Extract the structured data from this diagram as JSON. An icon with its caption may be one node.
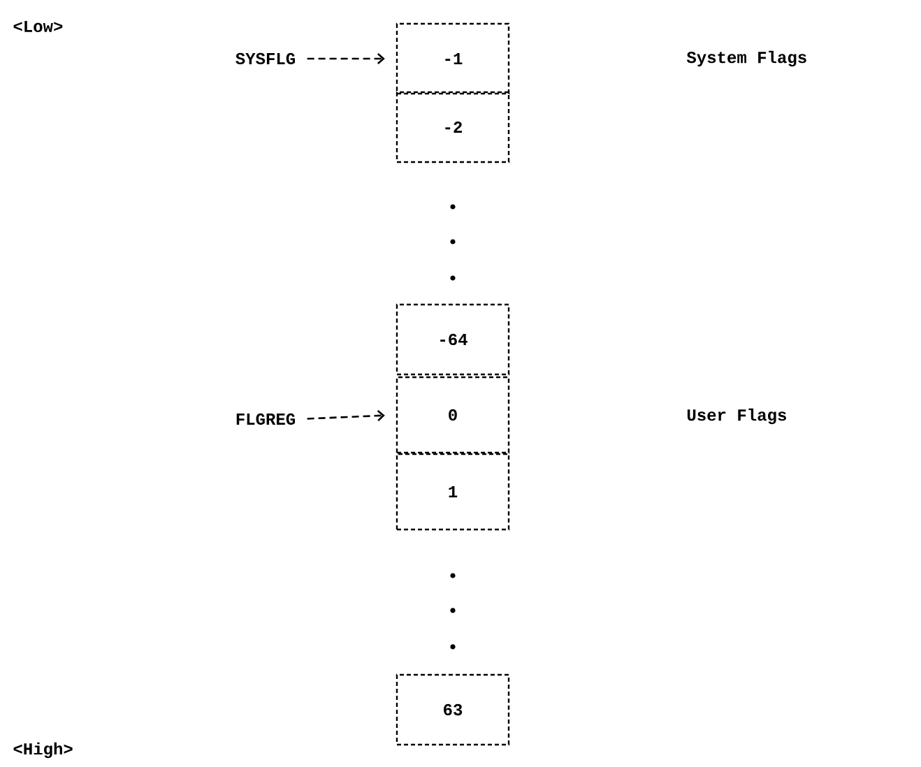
{
  "diagram": {
    "nodes": [
      {
        "text": [
          "SYSFLG"
        ]
      },
      {
        "text": [
          "-1"
        ]
      },
      {
        "text": [
          "-2"
        ]
      },
      {
        "text": [
          "-64"
        ]
      },
      {
        "text": [
          "FLGREG"
        ]
      },
      {
        "text": [
          "0"
        ]
      },
      {
        "text": [
          "1"
        ]
      },
      {
        "text": [
          "63"
        ]
      }
    ],
    "edges": [
      {
        "from": 0,
        "to": 1,
        "arrow": "to",
        "style": "dashed"
      },
      {
        "from": 4,
        "to": 5,
        "arrow": "to",
        "style": "dashed"
      }
    ],
    "labels": [
      "<Low>",
      "System Flags",
      "User Flags",
      "<High>"
    ]
  }
}
